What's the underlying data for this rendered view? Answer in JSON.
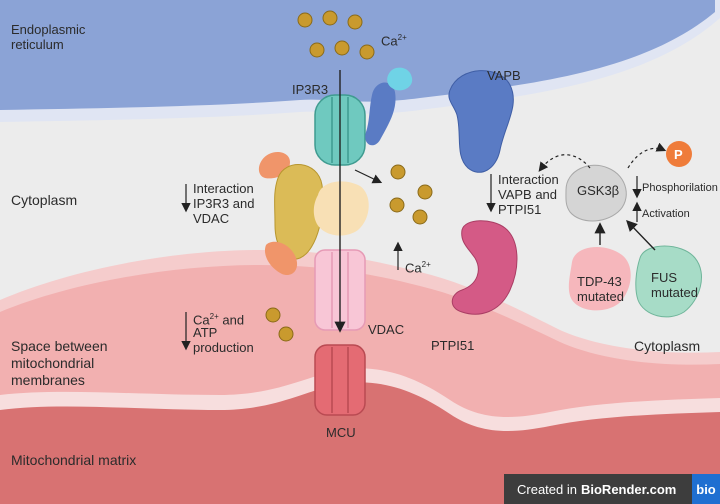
{
  "regions": {
    "er_line1": "Endoplasmic",
    "er_line2": "reticulum",
    "cytoplasm_left": "Cytoplasm",
    "cytoplasm_right": "Cytoplasm",
    "space_line1": "Space between",
    "space_line2": "mitochondrial",
    "space_line3": "membranes",
    "matrix": "Mitochondrial matrix"
  },
  "proteins": {
    "ip3r3": "IP3R3",
    "vapb": "VAPB",
    "vdac": "VDAC",
    "mcu": "MCU",
    "ptpi51": "PTPI51",
    "gsk3b": "GSK3β",
    "tdp43_line1": "TDP-43",
    "tdp43_line2": "mutated",
    "fus_line1": "FUS",
    "fus_line2": "mutated",
    "phospho": "P"
  },
  "ions": {
    "ca_main": "Ca",
    "ca_sup": "2+"
  },
  "annotations": {
    "ip3r3_vdac": [
      "Interaction",
      "IP3R3 and",
      "VDAC"
    ],
    "vapb_ptpi51": [
      "Interaction",
      "VAPB and",
      "PTPI51"
    ],
    "atp": [
      "ATP",
      "production"
    ],
    "phosphorilation": "Phosphorilation",
    "activation": "Activation"
  },
  "footer": {
    "created_in": "Created in",
    "brand": "BioRender.com",
    "logo": "bio"
  },
  "colors": {
    "er": "#8ba3d6",
    "cytoplasm": "#ececec",
    "mito_outer": "#f2b8b8",
    "mito_inner": "#e08a8a",
    "matrix": "#d87272",
    "calcium": "#c99a2e",
    "ip3r3": "#6fc9bf",
    "vapb": "#5a7bc4",
    "ptpi51": "#d45a86",
    "gsk3b": "#d0d0d0",
    "tdp43": "#f2aab0",
    "fus": "#9fd6c2",
    "phospho": "#ef7c3a"
  }
}
